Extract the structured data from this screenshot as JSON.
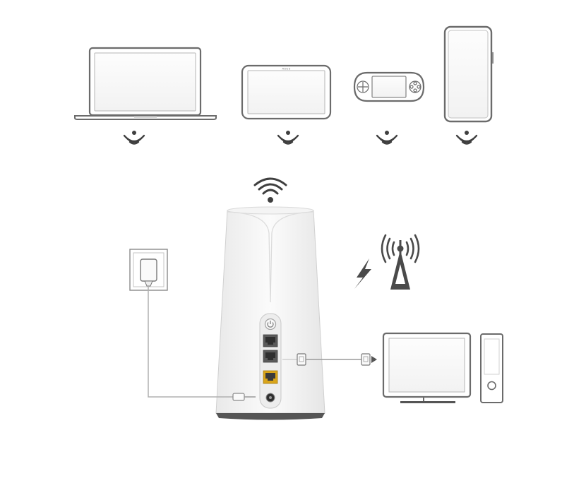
{
  "colors": {
    "stroke": "#6b6b6b",
    "light_stroke": "#9a9a9a",
    "signal": "#3f3f3f",
    "router_body": "#f6f6f6",
    "router_vent": "#555555",
    "wan_port": "#d9a51a"
  },
  "devices": [
    {
      "name": "laptop",
      "icon": "laptop-icon"
    },
    {
      "name": "tablet",
      "icon": "tablet-icon",
      "brand_text": "ASUS"
    },
    {
      "name": "handheld-console",
      "icon": "game-console-icon"
    },
    {
      "name": "smartphone",
      "icon": "smartphone-icon"
    }
  ],
  "router": {
    "icon": "router-icon",
    "buttons": [
      "power-button"
    ],
    "ports": [
      "lan-port-1",
      "lan-port-2",
      "wan-port",
      "dc-power-jack"
    ]
  },
  "peripherals": [
    "wall-socket-icon",
    "power-adapter-icon",
    "cell-tower-icon",
    "lightning-icon",
    "desktop-monitor-icon",
    "pc-tower-icon",
    "ethernet-plug-icon"
  ]
}
